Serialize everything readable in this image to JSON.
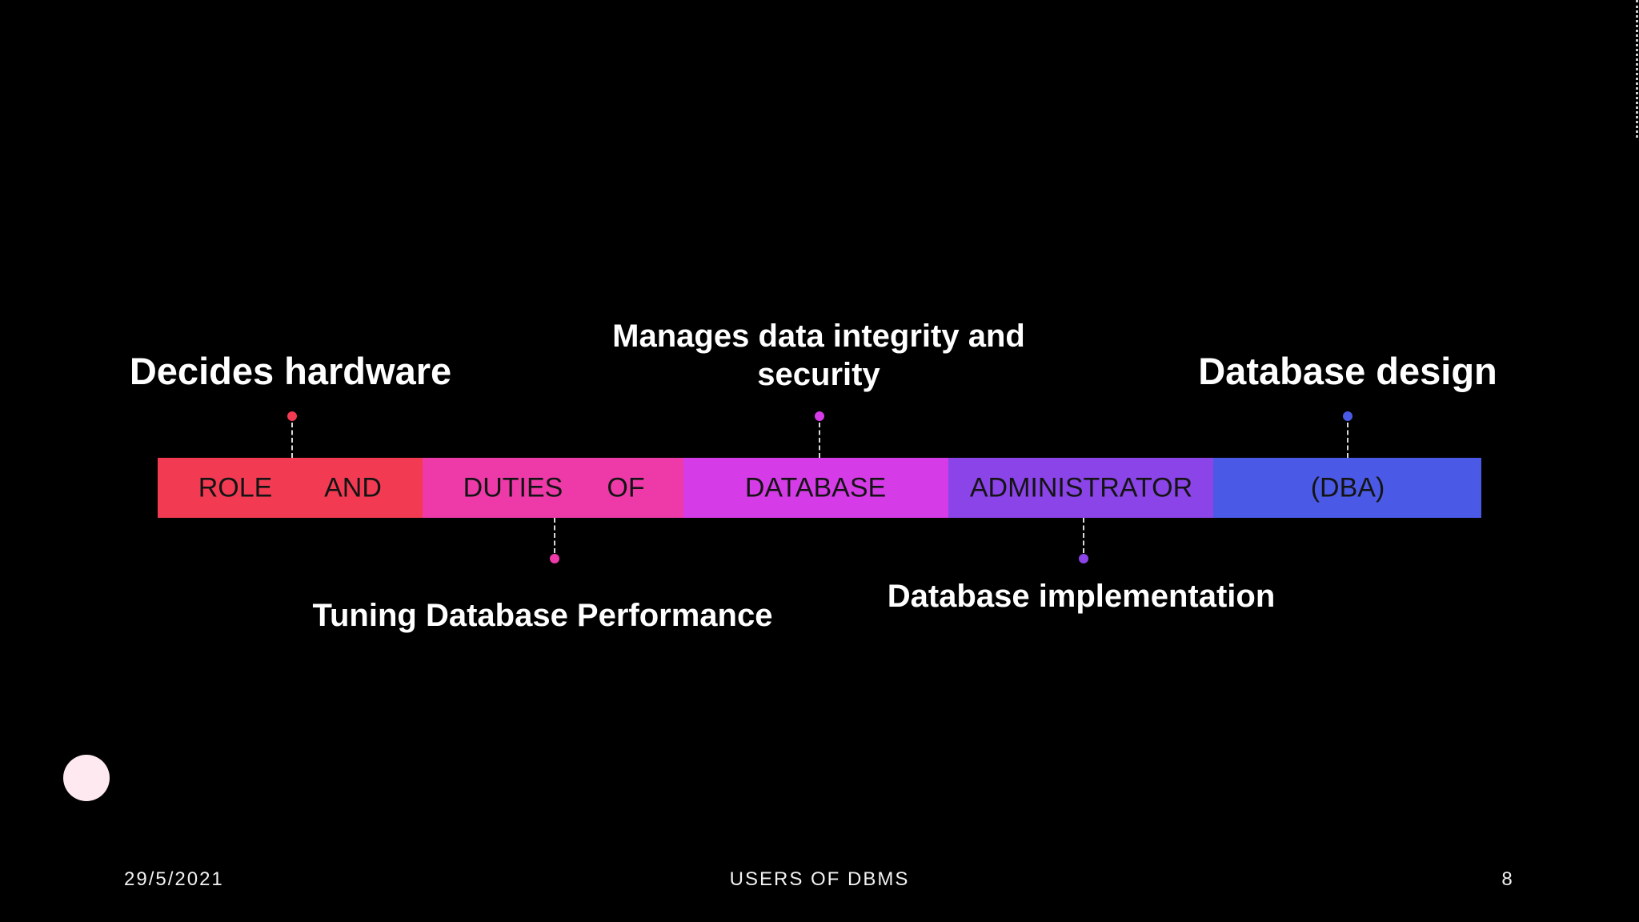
{
  "timeline": {
    "segments": [
      {
        "words": [
          "ROLE",
          "AND"
        ],
        "color": "#f23b52"
      },
      {
        "words": [
          "DUTIES",
          "OF"
        ],
        "color": "#ee3aa8"
      },
      {
        "words": [
          "DATABASE"
        ],
        "color": "#d63be8"
      },
      {
        "words": [
          "ADMINISTRATOR"
        ],
        "color": "#8a44e8"
      },
      {
        "words": [
          "(DBA)"
        ],
        "color": "#4a5ae6"
      }
    ]
  },
  "captions": {
    "decides_hardware": "Decides hardware",
    "tuning_performance": "Tuning Database Performance",
    "data_integrity_line1": "Manages data integrity and",
    "data_integrity_line2": "security",
    "implementation": "Database implementation",
    "design": "Database design"
  },
  "footer": {
    "date": "29/5/2021",
    "title": "USERS OF DBMS",
    "page": "8"
  }
}
